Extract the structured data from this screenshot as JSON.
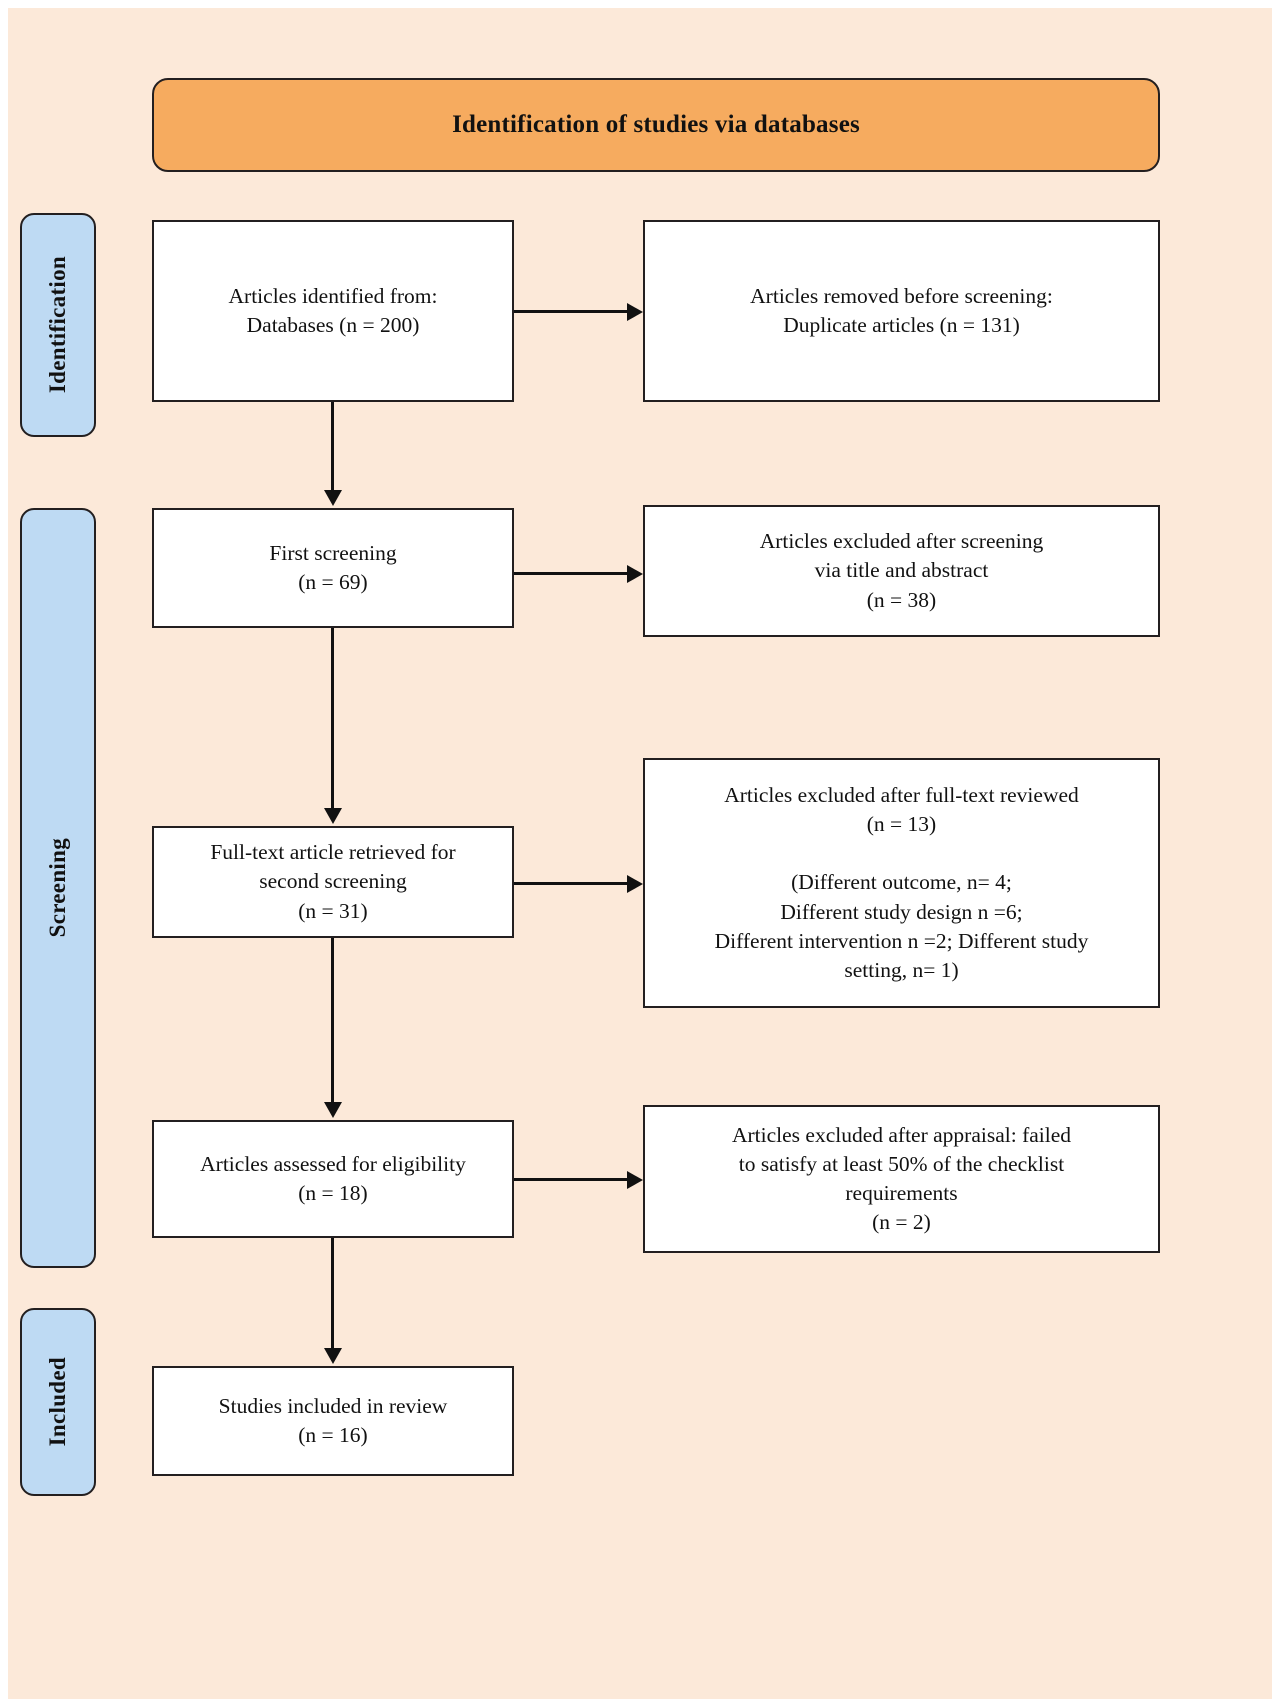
{
  "diagram": {
    "title": "Identification of studies via databases",
    "stages": [
      {
        "label": "Identification"
      },
      {
        "label": "Screening"
      },
      {
        "label": "Included"
      }
    ],
    "flow_boxes": [
      {
        "id": "identified",
        "text": "Articles identified from:\nDatabases (n = 200)"
      },
      {
        "id": "removed",
        "text": "Articles removed before screening:\nDuplicate articles (n = 131)"
      },
      {
        "id": "first-screening",
        "text": "First screening\n(n = 69)"
      },
      {
        "id": "excluded-title-abstract",
        "text": "Articles excluded after screening\nvia title and abstract\n(n = 38)"
      },
      {
        "id": "full-text-retrieved",
        "text": "Full-text article retrieved for\nsecond screening\n(n = 31)"
      },
      {
        "id": "excluded-full-text",
        "text": "Articles excluded after full-text reviewed\n(n = 13)\n\n(Different outcome, n= 4;\nDifferent study design n =6;\nDifferent intervention n =2; Different study\nsetting, n= 1)"
      },
      {
        "id": "assessed-eligibility",
        "text": "Articles assessed for eligibility\n(n = 18)"
      },
      {
        "id": "excluded-appraisal",
        "text": "Articles excluded after appraisal: failed\nto satisfy at least 50% of the checklist\nrequirements\n(n = 2)"
      },
      {
        "id": "included-review",
        "text": "Studies included in review\n(n = 16)"
      }
    ],
    "counts": {
      "databases_identified": 200,
      "duplicates_removed": 131,
      "first_screening": 69,
      "excluded_title_abstract": 38,
      "full_text_retrieved": 31,
      "excluded_full_text": 13,
      "excluded_different_outcome": 4,
      "excluded_different_study_design": 6,
      "excluded_different_intervention": 2,
      "excluded_different_study_setting": 1,
      "assessed_for_eligibility": 18,
      "excluded_after_appraisal": 2,
      "included_in_review": 16
    },
    "colors": {
      "background": "#fce9d9",
      "banner": "#f6ab5f",
      "stage_label": "#bedaf3",
      "box_fill": "#ffffff",
      "stroke": "#231f20"
    }
  }
}
